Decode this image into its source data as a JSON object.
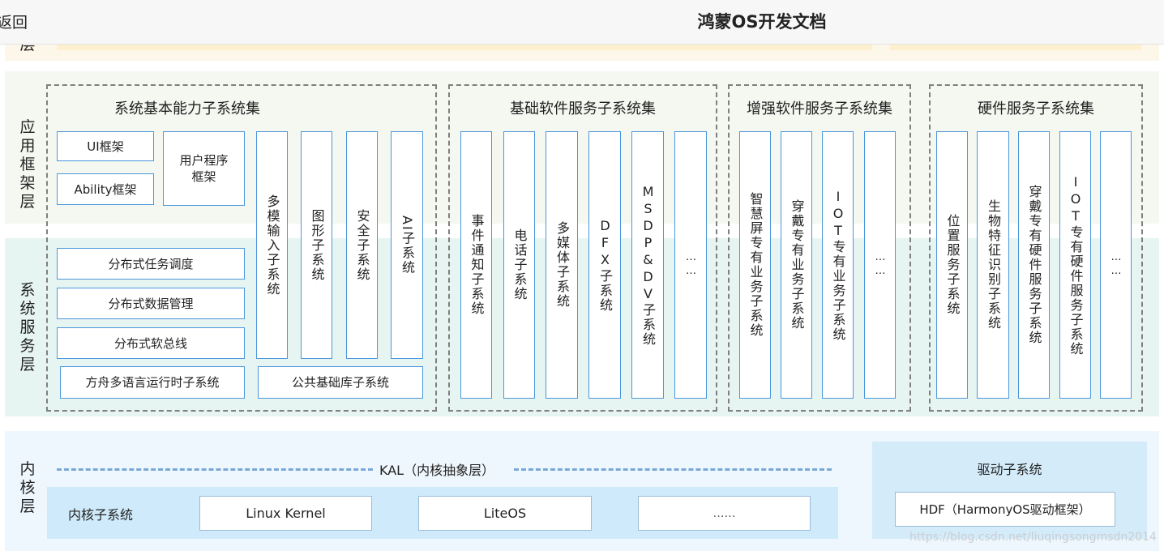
{
  "header": {
    "back_label": "返回",
    "title": "鸿蒙OS开发文档"
  },
  "layers": {
    "top_partial": "层",
    "app_framework": "应用框架层",
    "system_service": "系统服务层",
    "kernel": "内核层"
  },
  "groups": {
    "basic": {
      "title": "系统基本能力子系统集",
      "ui_framework": "UI框架",
      "ability_framework": "Ability框架",
      "user_program_framework": "用户程序框架",
      "distributed_task": "分布式任务调度",
      "distributed_data": "分布式数据管理",
      "distributed_bus": "分布式软总线",
      "ark_runtime": "方舟多语言运行时子系统",
      "common_base_lib": "公共基础库子系统",
      "columns": [
        "多模输入子系统",
        "图形子系统",
        "安全子系统",
        "AI子系统"
      ]
    },
    "software": {
      "title": "基础软件服务子系统集",
      "columns": [
        "事件通知子系统",
        "电话子系统",
        "多媒体子系统",
        "DFX子系统",
        "MSDP&DV子系统",
        "……"
      ]
    },
    "enhanced": {
      "title": "增强软件服务子系统集",
      "columns": [
        "智慧屏专有业务子系统",
        "穿戴专有业务子系统",
        "IOT专有业务子系统",
        "……"
      ]
    },
    "hardware": {
      "title": "硬件服务子系统集",
      "columns": [
        "位置服务子系统",
        "生物特征识别子系统",
        "穿戴专有硬件服务子系统",
        "IOT专有硬件服务子系统",
        "……"
      ]
    }
  },
  "kernel": {
    "kal": "KAL（内核抽象层）",
    "kernel_subsystem": "内核子系统",
    "items": [
      "Linux Kernel",
      "LiteOS",
      "……"
    ],
    "driver_subsystem": "驱动子系统",
    "hdf": "HDF（HarmonyOS驱动框架）"
  },
  "watermark": "https://blog.csdn.net/liuqingsongmsdn2014",
  "colors": {
    "app_band": "#f4f8f1",
    "service_band": "#e6f5f2",
    "kernel_band": "#eef7fd",
    "kernel_inner": "#cfeafa",
    "driver_band": "#d4ecfa",
    "box_border": "#4a97dd",
    "top_band": "#fff7e6"
  }
}
